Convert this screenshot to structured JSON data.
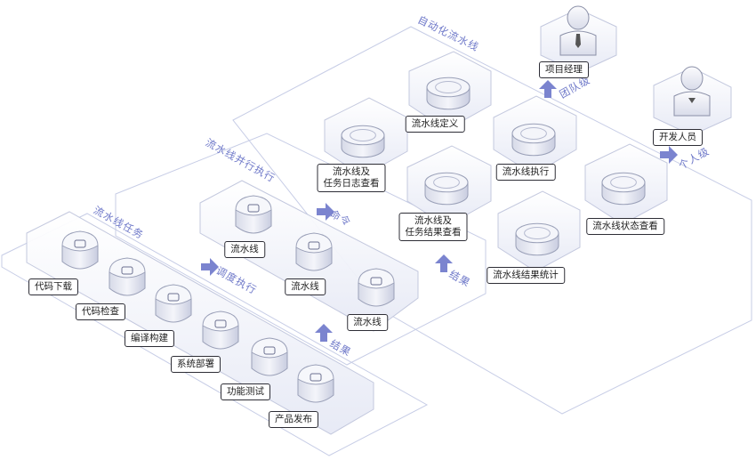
{
  "zones": {
    "automation": "自动化流水线",
    "parallel": "流水线并行执行",
    "tasks": "流水线任务"
  },
  "tasks": [
    "代码下载",
    "代码检查",
    "编译构建",
    "系统部署",
    "功能测试",
    "产品发布"
  ],
  "parallel_nodes": [
    "流水线",
    "流水线",
    "流水线"
  ],
  "automation_nodes": {
    "log_view": [
      "流水线及",
      "任务日志查看"
    ],
    "define": "流水线定义",
    "result_view": [
      "流水线及",
      "任务结果查看"
    ],
    "execute": "流水线执行",
    "stats": "流水线结果统计",
    "status_view": "流水线状态查看"
  },
  "roles": {
    "pm": "项目经理",
    "dev": "开发人员"
  },
  "flows": {
    "command": "命令",
    "schedule": "调度执行",
    "result_up_right": "结果",
    "result_up_left": "结果",
    "team_level": "团队级",
    "personal_level": "个人级"
  },
  "colors": {
    "accent": "#6f79c9",
    "panel_stroke": "#c7cde6",
    "panel_fill": "#f6f7fc",
    "node_fill": "#f2f3f8",
    "node_stroke": "#9aa0b8"
  }
}
